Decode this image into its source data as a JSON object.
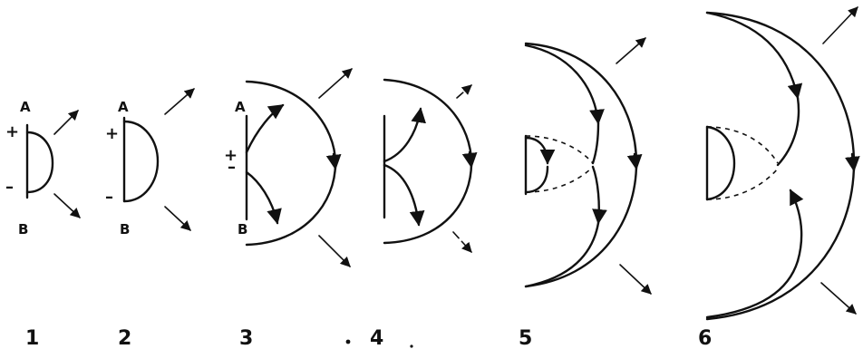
{
  "stages": [
    {
      "number": "1",
      "top_label": "A",
      "bottom_label": "B",
      "plus": "+",
      "minus": "–"
    },
    {
      "number": "2",
      "top_label": "A",
      "bottom_label": "B",
      "plus": "+",
      "minus": "–"
    },
    {
      "number": "3",
      "top_label": "A",
      "bottom_label": "B",
      "plus": "+",
      "minus": "–"
    },
    {
      "number": "4"
    },
    {
      "number": "5"
    },
    {
      "number": "6"
    }
  ]
}
